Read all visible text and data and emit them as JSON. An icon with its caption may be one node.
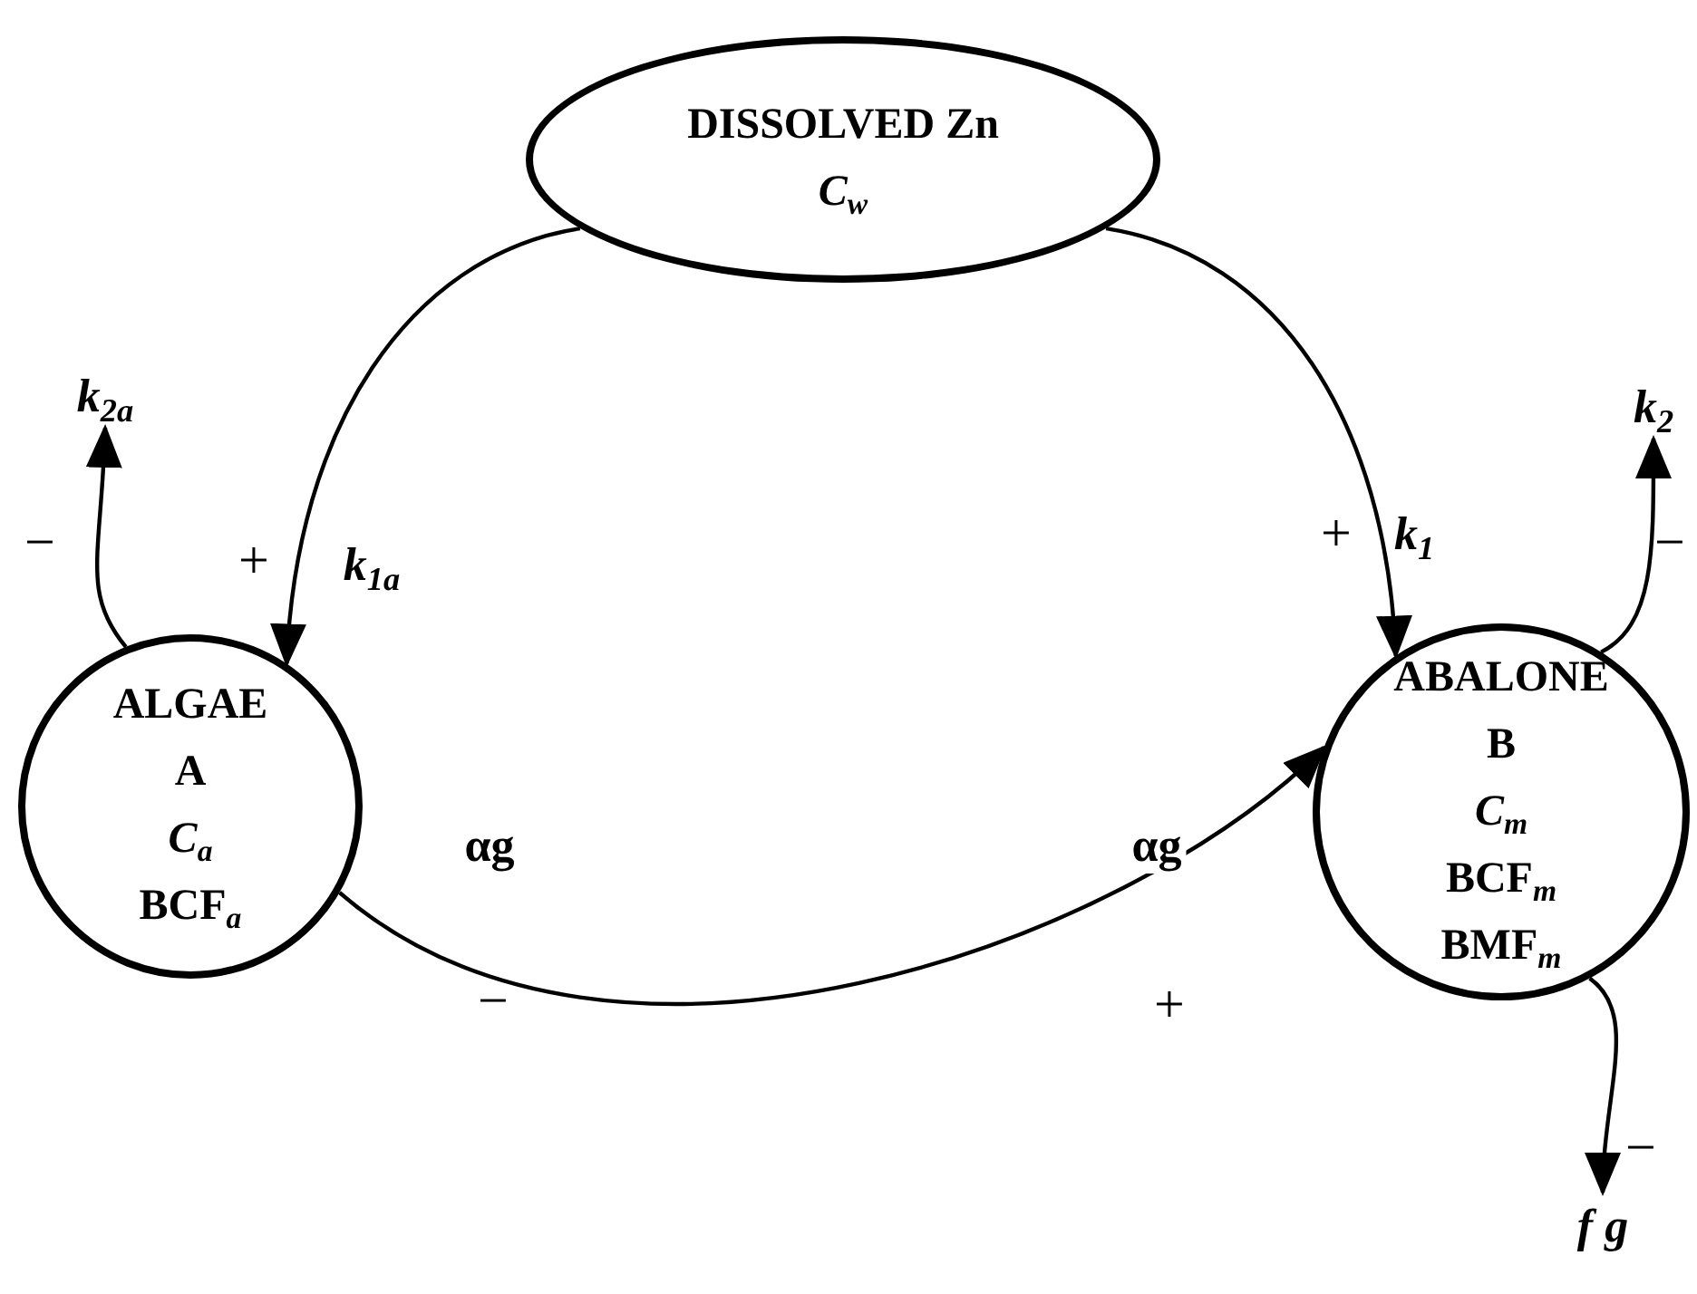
{
  "diagram": {
    "nodes": [
      {
        "text": [
          "DISSOLVED Zn",
          "*C*$_{w}$"
        ]
      },
      {
        "text": [
          "ALGAE",
          "A",
          "*C*$_{a}$",
          "BCF$_{a}$"
        ]
      },
      {
        "text": [
          "ABALONE",
          "B",
          "*C*$_{m}$",
          "BCF$_{m}$",
          "BMF$_{m}$"
        ]
      },
      {
        "text": [
          "k$_{2a}$"
        ]
      },
      {
        "text": [
          "k$_{2}$"
        ]
      },
      {
        "text": [
          "f g"
        ]
      }
    ],
    "edges": [
      {
        "from": 0,
        "to": 1,
        "arrow": "to",
        "label": "k$_{1a}$"
      },
      {
        "from": 0,
        "to": 2,
        "arrow": "to",
        "label": "k$_{1}$"
      },
      {
        "from": 1,
        "to": 2,
        "arrow": "to"
      },
      {
        "from": 1,
        "to": 3,
        "arrow": "to"
      },
      {
        "from": 2,
        "to": 4,
        "arrow": "to"
      },
      {
        "from": 2,
        "to": 5,
        "arrow": "to"
      }
    ],
    "labels": [
      "−",
      "+",
      "+",
      "−",
      "αg",
      "αg",
      "−",
      "+",
      "−"
    ]
  }
}
